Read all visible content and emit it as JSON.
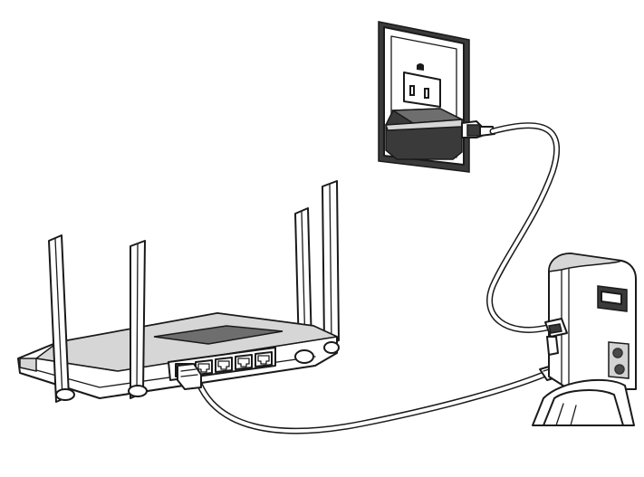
{
  "diagram": {
    "components": [
      "wall-outlet",
      "power-adapter",
      "router",
      "extender-device",
      "power-cable",
      "ethernet-cable"
    ],
    "colors": {
      "line": "#1a1a1a",
      "dark": "#3a3a3a",
      "mid": "#6e6e6e",
      "light": "#d6d6d6",
      "background": "#ffffff"
    }
  }
}
